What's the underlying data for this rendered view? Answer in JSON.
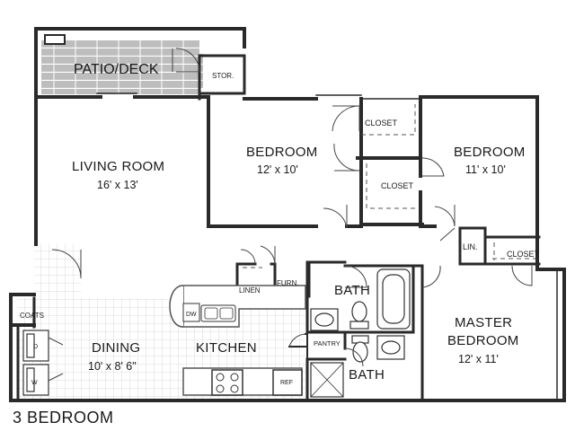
{
  "plan": {
    "title": "3 BEDROOM",
    "colors": {
      "wall": "#2a2a2a",
      "tile": "#c9c9c9",
      "deck": "#8a8a8a",
      "line": "#555555"
    },
    "rooms": {
      "patio": "PATIO/DECK",
      "storage": "STOR.",
      "living": {
        "name": "LIVING ROOM",
        "dims": "16' x 13'"
      },
      "bedroom1": {
        "name": "BEDROOM",
        "dims": "12' x 10'"
      },
      "bedroom2": {
        "name": "BEDROOM",
        "dims": "11' x 10'"
      },
      "closet1": "CLOSET",
      "closet2": "CLOSET",
      "closet3": "CLOSET",
      "linen": "LIN.",
      "master": {
        "name": "MASTER",
        "name2": "BEDROOM",
        "dims": "12' x 11'"
      },
      "bath1": "BATH",
      "bath2": "BATH",
      "linen_closet": "LINEN",
      "furnace": "FURN.",
      "pantry": "PANTRY",
      "kitchen": "KITCHEN",
      "dining": {
        "name": "DINING",
        "dims": "10'  x 8' 6\""
      },
      "coats": "COATS"
    },
    "fixtures": {
      "dishwasher": "DW",
      "refrigerator": "REF",
      "dryer": "D",
      "washer": "W"
    }
  }
}
